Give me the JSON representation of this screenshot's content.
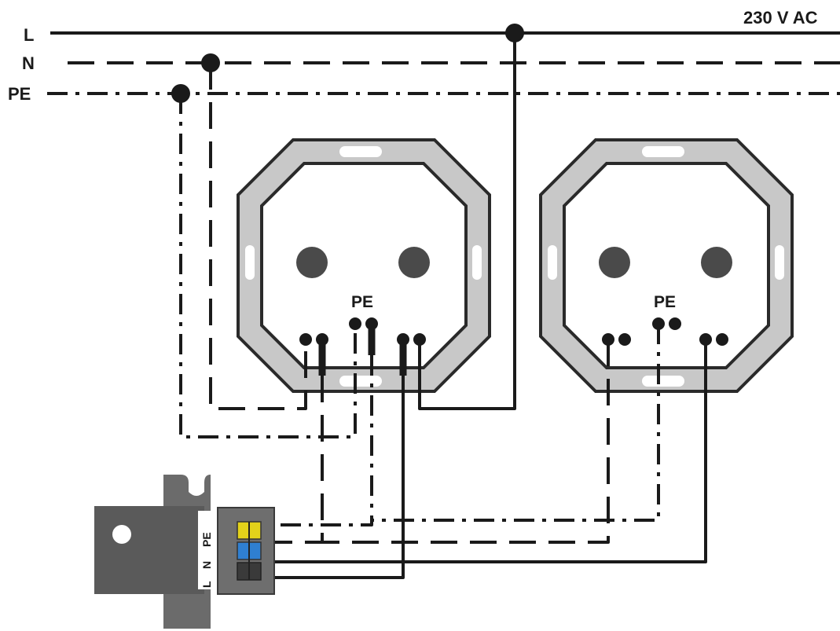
{
  "supply": {
    "voltage_label": "230 V AC",
    "line_labels": {
      "L": "L",
      "N": "N",
      "PE": "PE"
    }
  },
  "sockets": [
    {
      "pe_label": "PE"
    },
    {
      "pe_label": "PE"
    }
  ],
  "connector": {
    "terminal_labels": [
      "L",
      "N",
      "PE"
    ],
    "colors": {
      "housing": "#5a5a5a",
      "clip": "#6b6b6b",
      "pe_terminal": "#e3d21a",
      "n_terminal": "#2f7fd1",
      "l_terminal": "#3a3a3a"
    }
  },
  "colors": {
    "wire": "#1a1a1a",
    "socket_frame": "#c8c8c8",
    "socket_outline": "#2a2a2a",
    "pin": "#4a4a4a"
  }
}
